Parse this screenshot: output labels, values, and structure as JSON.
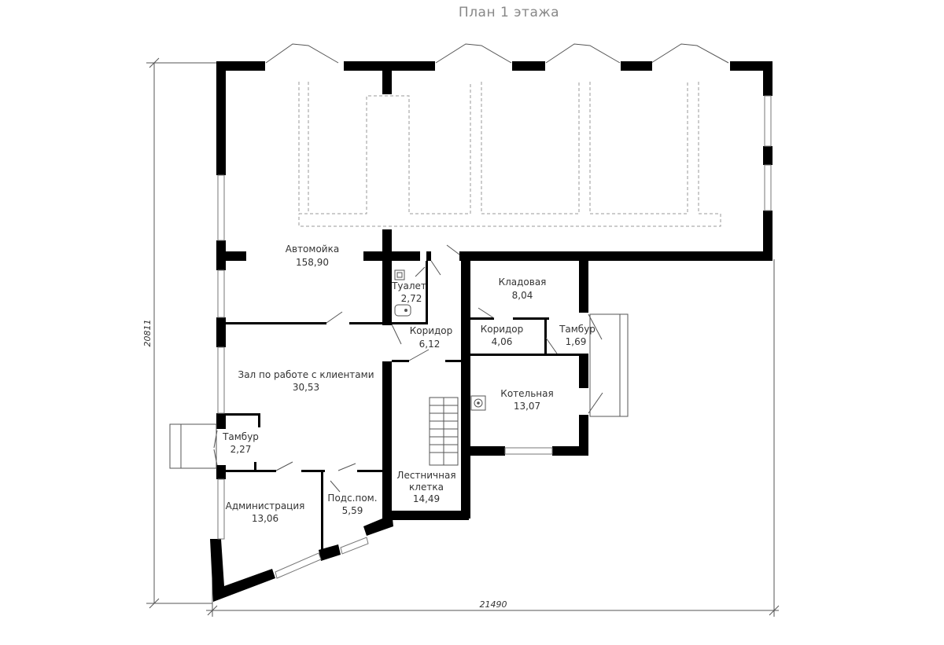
{
  "title": "План 1  этажа",
  "dimensions": {
    "width": "21490",
    "height": "20811"
  },
  "rooms": [
    {
      "name": "Автомойка",
      "area": "158,90"
    },
    {
      "name": "Туалет",
      "area": "2,72"
    },
    {
      "name": "Кладовая",
      "area": "8,04"
    },
    {
      "name": "Коридор",
      "area": "6,12"
    },
    {
      "name": "Коридор",
      "area": "4,06"
    },
    {
      "name": "Тамбур",
      "area": "1,69"
    },
    {
      "name": "Зал по работе с клиентами",
      "area": "30,53"
    },
    {
      "name": "Котельная",
      "area": "13,07"
    },
    {
      "name": "Тамбур",
      "area": "2,27"
    },
    {
      "name": "Администрация",
      "area": "13,06"
    },
    {
      "name": "Подс.пом.",
      "area": "5,59"
    },
    {
      "name": "Лестничная",
      "area": "клетка"
    },
    {
      "name": "",
      "area": "14,49"
    }
  ]
}
